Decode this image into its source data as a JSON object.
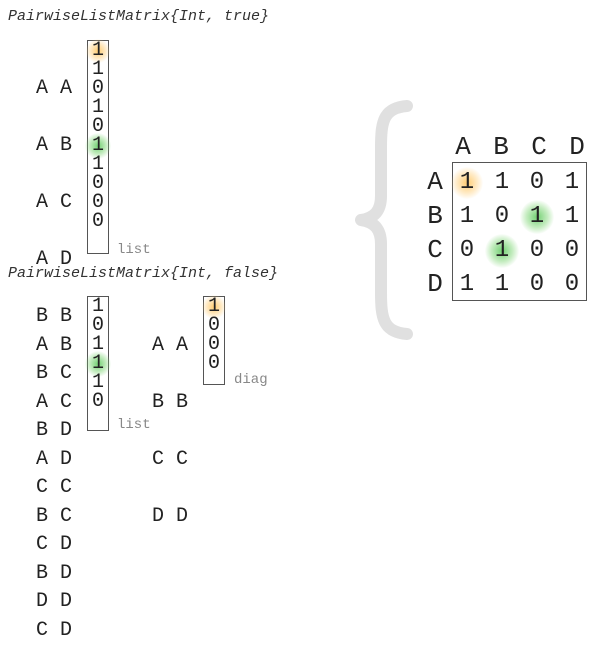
{
  "top": {
    "title": "PairwiseListMatrix{Int, true}",
    "pairs": [
      "A A",
      "A B",
      "A C",
      "A D",
      "B B",
      "B C",
      "B D",
      "C C",
      "C D",
      "D D"
    ],
    "values": [
      "1",
      "1",
      "0",
      "1",
      "0",
      "1",
      "1",
      "0",
      "0",
      "0"
    ],
    "list_label": "list"
  },
  "bottom": {
    "title": "PairwiseListMatrix{Int, false}",
    "pairs": [
      "A B",
      "A C",
      "A D",
      "B C",
      "B D",
      "C D"
    ],
    "values": [
      "1",
      "0",
      "1",
      "1",
      "1",
      "0"
    ],
    "list_label": "list",
    "diag_pairs": [
      "A A",
      "B B",
      "C C",
      "D D"
    ],
    "diag_values": [
      "1",
      "0",
      "0",
      "0"
    ],
    "diag_label": "diag"
  },
  "matrix": {
    "col_labels": [
      "A",
      "B",
      "C",
      "D"
    ],
    "row_labels": [
      "A",
      "B",
      "C",
      "D"
    ],
    "rows": [
      [
        "1",
        "1",
        "0",
        "1"
      ],
      [
        "1",
        "0",
        "1",
        "1"
      ],
      [
        "0",
        "1",
        "0",
        "0"
      ],
      [
        "1",
        "1",
        "0",
        "0"
      ]
    ]
  },
  "colors": {
    "highlight_orange": "#ffc45a",
    "highlight_green": "#5ac85a",
    "brace": "#e0e0e0"
  }
}
